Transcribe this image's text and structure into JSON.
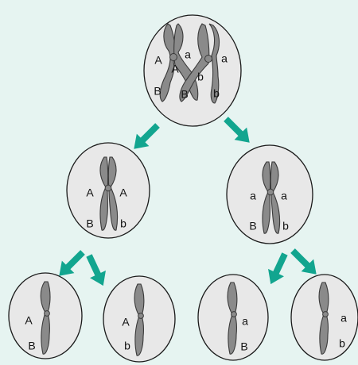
{
  "colors": {
    "arrow": "#12a58f",
    "cell_fill": "#e8e8e8",
    "chromatid": "#8a8a8a",
    "background": "#e6f4f1"
  },
  "top_cell": {
    "labels": [
      "A",
      "a",
      "A",
      "a",
      "b",
      "B",
      "B",
      "b"
    ]
  },
  "middle_left_cell": {
    "labels": [
      "A",
      "A",
      "B",
      "b"
    ]
  },
  "middle_right_cell": {
    "labels": [
      "a",
      "a",
      "B",
      "b"
    ]
  },
  "bottom_cells": [
    {
      "labels": [
        "A",
        "B"
      ]
    },
    {
      "labels": [
        "A",
        "b"
      ]
    },
    {
      "labels": [
        "a",
        "B"
      ]
    },
    {
      "labels": [
        "a",
        "b"
      ]
    }
  ],
  "icons": {
    "arrow": "teal-arrow-icon"
  }
}
